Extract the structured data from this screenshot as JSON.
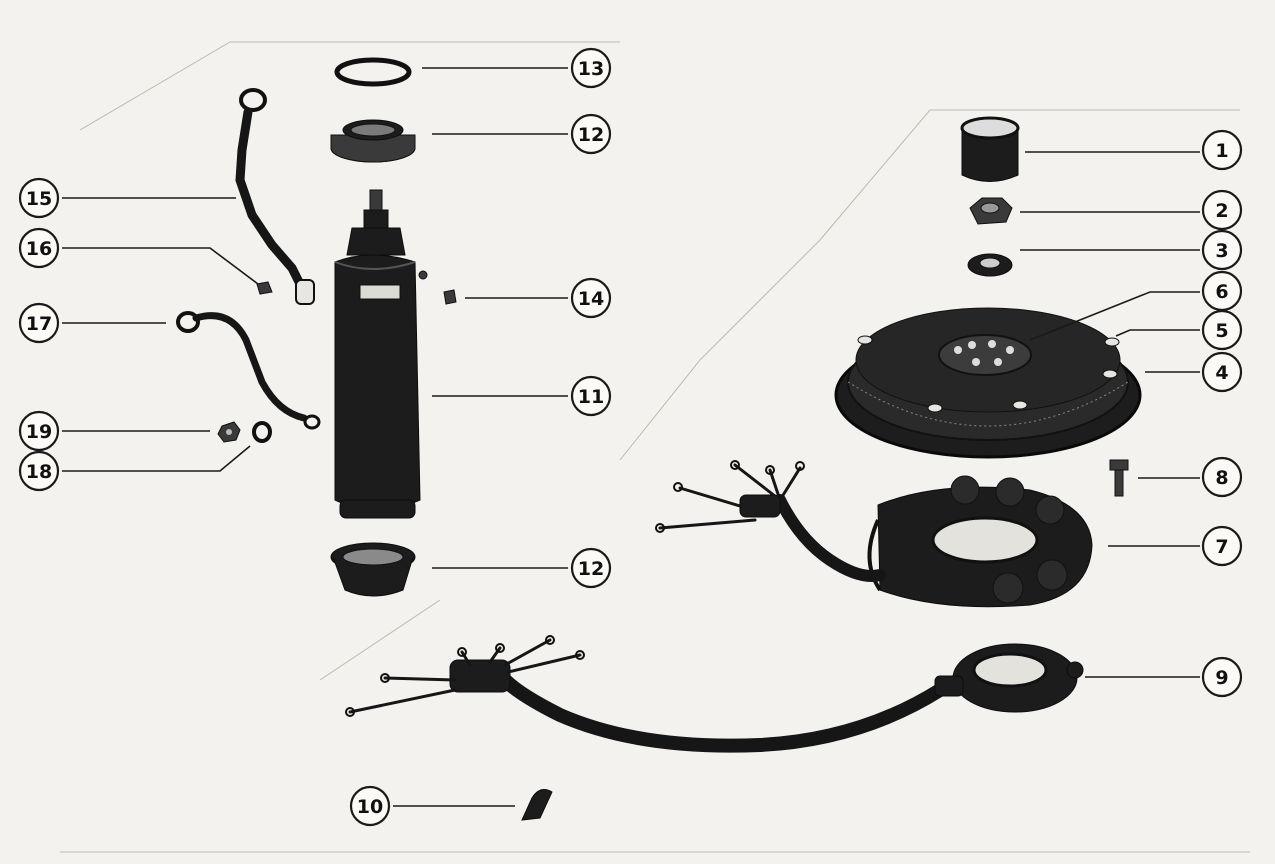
{
  "callouts": {
    "c1": "1",
    "c2": "2",
    "c3": "3",
    "c4": "4",
    "c5": "5",
    "c6": "6",
    "c7": "7",
    "c8": "8",
    "c9": "9",
    "c10": "10",
    "c11": "11",
    "c12a": "12",
    "c12b": "12",
    "c13": "13",
    "c14": "14",
    "c15": "15",
    "c16": "16",
    "c17": "17",
    "c18": "18",
    "c19": "19"
  },
  "colors": {
    "ink": "#1a1a1a",
    "paper": "#f4f2ee"
  }
}
